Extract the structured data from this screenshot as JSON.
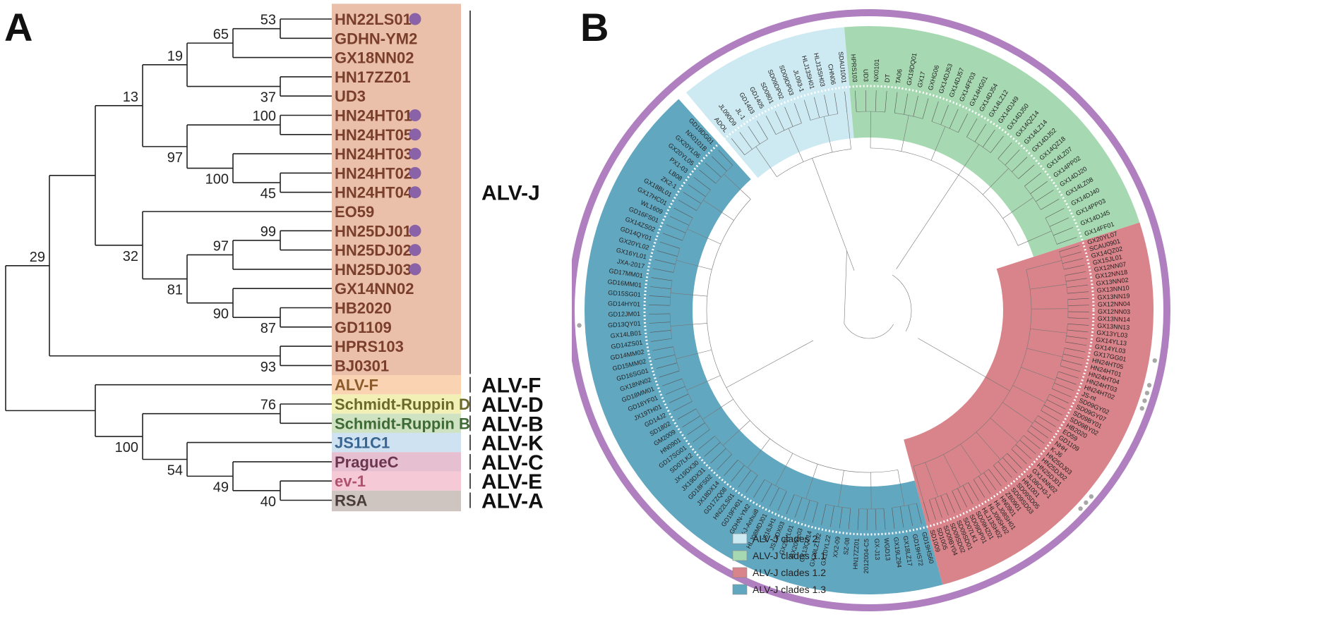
{
  "panels": {
    "a": "A",
    "b": "B"
  },
  "tree_a": {
    "taxa": [
      {
        "name": "HN22LS01",
        "marked": true
      },
      {
        "name": "GDHN-YM2",
        "marked": false
      },
      {
        "name": "GX18NN02",
        "marked": false
      },
      {
        "name": "HN17ZZ01",
        "marked": false
      },
      {
        "name": "UD3",
        "marked": false
      },
      {
        "name": "HN24HT01",
        "marked": true
      },
      {
        "name": "HN24HT05",
        "marked": true
      },
      {
        "name": "HN24HT03",
        "marked": true
      },
      {
        "name": "HN24HT02",
        "marked": true
      },
      {
        "name": "HN24HT04",
        "marked": true
      },
      {
        "name": "EO59",
        "marked": false
      },
      {
        "name": "HN25DJ01",
        "marked": true
      },
      {
        "name": "HN25DJ02",
        "marked": true
      },
      {
        "name": "HN25DJ03",
        "marked": true
      },
      {
        "name": "GX14NN02",
        "marked": false
      },
      {
        "name": "HB2020",
        "marked": false
      },
      {
        "name": "GD1109",
        "marked": false
      },
      {
        "name": "HPRS103",
        "marked": false
      },
      {
        "name": "BJ0301",
        "marked": false
      },
      {
        "name": "ALV-F",
        "marked": false
      },
      {
        "name": "Schmidt-Ruppin D",
        "marked": false
      },
      {
        "name": "Schmidt-Ruppin B",
        "marked": false
      },
      {
        "name": "JS11C1",
        "marked": false
      },
      {
        "name": "PragueC",
        "marked": false
      },
      {
        "name": "ev-1",
        "marked": false
      },
      {
        "name": "RSA",
        "marked": false
      }
    ],
    "bootstraps": [
      "53",
      "65",
      "19",
      "37",
      "13",
      "100",
      "97",
      "100",
      "45",
      "99",
      "97",
      "32",
      "81",
      "90",
      "87",
      "29",
      "93",
      "76",
      "100",
      "54",
      "49",
      "40"
    ],
    "clades": [
      {
        "label": "ALV-J",
        "color": "#ebc0ab",
        "text_color": "#7a3e2c"
      },
      {
        "label": "ALV-F",
        "color": "#f9d3b2",
        "text_color": "#8a5a2a"
      },
      {
        "label": "ALV-D",
        "color": "#f3f0b6",
        "text_color": "#6b6a2a"
      },
      {
        "label": "ALV-B",
        "color": "#cfe2c2",
        "text_color": "#3e6a35"
      },
      {
        "label": "ALV-K",
        "color": "#cfe2f2",
        "text_color": "#3a6590"
      },
      {
        "label": "ALV-C",
        "color": "#e6bfd0",
        "text_color": "#6b3550"
      },
      {
        "label": "ALV-E",
        "color": "#f5c9d6",
        "text_color": "#b05070"
      },
      {
        "label": "ALV-A",
        "color": "#cfc5c0",
        "text_color": "#4a3c38"
      }
    ],
    "marker_color": "#8a62a8"
  },
  "tree_b": {
    "legend": [
      {
        "label": "ALV-J clades 2",
        "color": "#cde9f1"
      },
      {
        "label": "ALV-J clades 1.1",
        "color": "#a6d9b1"
      },
      {
        "label": "ALV-J clades 1.2",
        "color": "#d9848a"
      },
      {
        "label": "ALV-J clades 1.3",
        "color": "#62a7c0"
      }
    ],
    "ring_color": "#b07fc0",
    "leaves_clade2": [
      "ADOL",
      "JL090D9",
      "JL-1",
      "GD1403",
      "GD1405",
      "SD0801",
      "SD09DP02",
      "SD09DP03",
      "JL093-1",
      "HLJ13SH01",
      "HLJ13SH03",
      "CHN06",
      "SDAU1001"
    ],
    "leaves_clade11": [
      "HPRS103",
      "UD3",
      "NX0101",
      "DT",
      "TA06",
      "GX19DQ01",
      "GX17",
      "GXHG06",
      "GX14DJ53",
      "GX14DJ57",
      "GX14FF03",
      "GX14HG01",
      "GX14DJ54",
      "GX14LZ12",
      "GX14DJ49",
      "GX14DJ50",
      "GX14QZ14",
      "GX14LZ14",
      "GX14DJ52",
      "GX14QZ18",
      "GX14LZ07",
      "GX14PP02",
      "GX14DJ20",
      "GX14LZ08",
      "GX14DJ40",
      "GX14PP03",
      "GX14DJ45",
      "GX14FF01"
    ],
    "leaves_clade12": [
      "GX20YL07",
      "SCAU0901",
      "GX14QZ02",
      "GX15JL01",
      "GX12NN07",
      "GX12NN18",
      "GX13NN02",
      "GX13NN10",
      "GX13NN19",
      "GX12NN04",
      "GX12NN03",
      "GX13NN14",
      "GX13NN13",
      "GX13YL03",
      "GX14YL13",
      "GX14YL03",
      "GX17GG01",
      "HN24HT05",
      "HN24HT01",
      "HN24HT04",
      "HN24HT03",
      "HN24HT02",
      "JS-nt",
      "SD09GY02",
      "SD09GY07",
      "SD09BY01",
      "SD09BY02",
      "HB2020",
      "EO59",
      "GD1109",
      "NHH",
      "K-J6",
      "HN25DJ03",
      "HN25DJ02",
      "HN25DJ01",
      "GX14NN02",
      "JL08CH3-1",
      "HN1001",
      "SD09SD05",
      "SD09SD03",
      "ZB0901",
      "HN0901",
      "HLJ08SH01",
      "HLJ09SH02",
      "HLJ13SH02",
      "SD09HZ01",
      "SD09DP01",
      "SD07LK1",
      "SD09SD01",
      "SD09SD02",
      "SD09BY04",
      "SD1005",
      "SD1009"
    ],
    "leaves_clade13": [
      "GD19HS60",
      "GD19HS72",
      "GX18LZ17",
      "GX19LZ94",
      "WGD13",
      "GX-J13",
      "2012004-C5",
      "HN17ZZ01",
      "SZ-08",
      "XX2-09",
      "GX10YL22",
      "GX20LZ192",
      "GX13QZ14",
      "GX20YL03",
      "GX20YL01",
      "JS13DX03",
      "JS16JH1",
      "HLJ08MDJ01",
      "ALV-J-Anhui8",
      "GDHN-YM2",
      "GD19FH01",
      "HN22LS01",
      "GD17ZQ08",
      "JX18DX14",
      "GD18FS02",
      "JX19DX31",
      "JX19DX30",
      "SD07LK2",
      "GD17SG01",
      "HN0901",
      "GM2009",
      "SD1802",
      "GD14J2",
      "JX19TH01",
      "GD18YF01",
      "GD18MM01",
      "GX18NN02",
      "GD16SG01",
      "GD15MM02",
      "GD14MM02",
      "GD14ZS01",
      "GX14LB01",
      "GD13QY01",
      "GD12JM01",
      "GD14HY01",
      "GD15SG01",
      "GD16MM01",
      "GD17MM01",
      "JXA-2017",
      "GX16YL01",
      "GX20YL02",
      "GD14QY01",
      "GX14ZS02",
      "GD16FS01",
      "WL1609",
      "GX17HC01",
      "GX18BL01",
      "ZK2-1",
      "LB08",
      "PX1-03",
      "GX20YL05",
      "GX20YL06",
      "NX0101B",
      "GD19DG01"
    ]
  }
}
